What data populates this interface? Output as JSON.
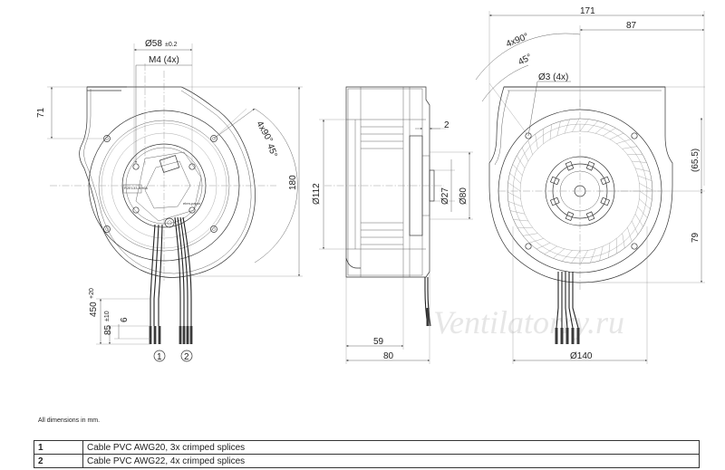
{
  "watermark": "Ventilatorry.ru",
  "note": "All dimensions in mm.",
  "legend": [
    {
      "num": "1",
      "text": "Cable PVC AWG20, 3x crimped splices"
    },
    {
      "num": "2",
      "text": "Cable PVC AWG22, 4x crimped splices"
    }
  ],
  "front_view": {
    "dims": {
      "d58": "Ø58",
      "d58_tol": "±0.2",
      "m4": "M4 (4x)",
      "h71": "71",
      "h180": "180",
      "angle_4x90": "4x90°",
      "angle_45": "45°",
      "l450": "450",
      "l450_tol": "+20",
      "l85": "85",
      "l85_tol": "±10",
      "l6": "6",
      "cable1": "1",
      "cable2": "2"
    },
    "label_small": [
      "R2E133-BH66",
      "ebm-papst"
    ]
  },
  "side_view": {
    "dims": {
      "d112": "Ø112",
      "d27": "Ø27",
      "d80": "Ø80",
      "t2": "2",
      "w59": "59",
      "w80": "80"
    }
  },
  "rear_view": {
    "dims": {
      "w171": "171",
      "w87": "87",
      "angle_4x90": "4x90°",
      "angle_45": "45°",
      "d3": "Ø3 (4x)",
      "h65_5": "(65.5)",
      "h79": "79",
      "d140": "Ø140"
    }
  }
}
